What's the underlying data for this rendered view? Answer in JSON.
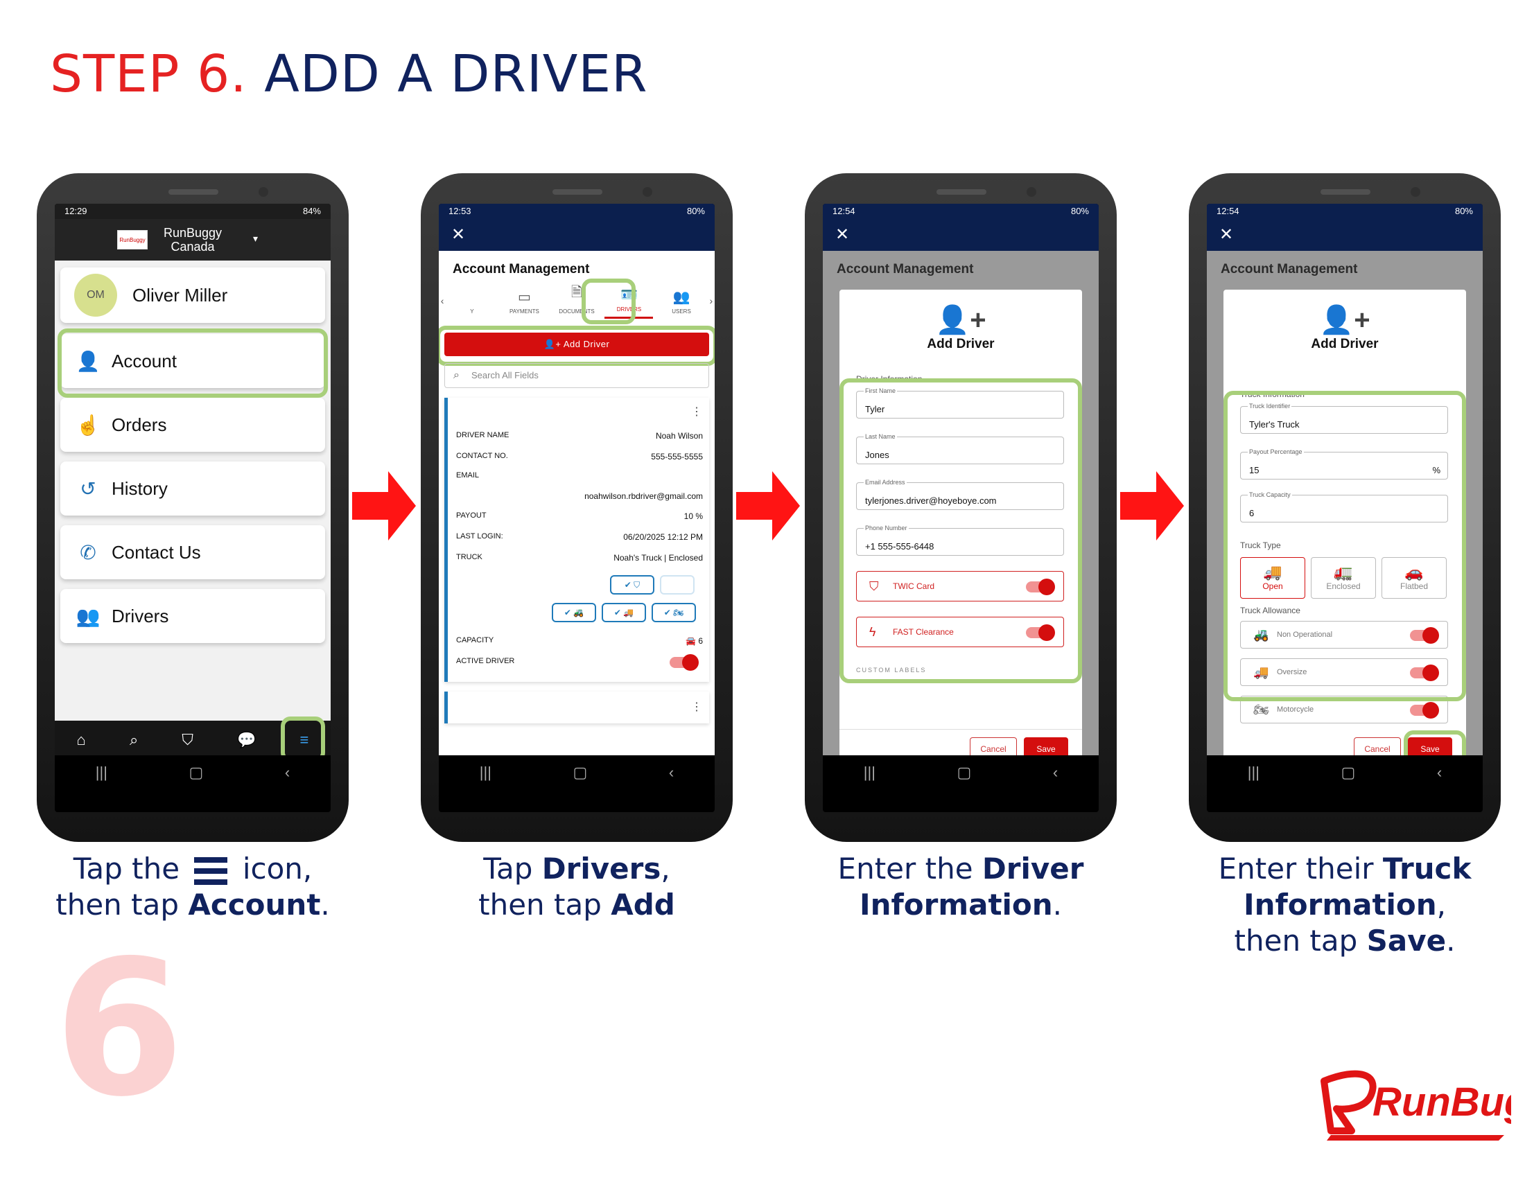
{
  "title": {
    "step": "STEP 6.",
    "rest": "ADD A DRIVER"
  },
  "big_number": "6",
  "brand": "RunBuggy",
  "phone1": {
    "status_time": "12:29",
    "status_right": "84%",
    "company": "RunBuggy",
    "company_sub": "Canada",
    "avatar_initials": "OM",
    "user_name": "Oliver Miller",
    "menu": [
      "Account",
      "Orders",
      "History",
      "Contact Us",
      "Drivers"
    ]
  },
  "phone2": {
    "status_time": "12:53",
    "status_right": "80%",
    "title": "Account Management",
    "tabs": [
      "Y",
      "PAYMENTS",
      "DOCUMENTS",
      "DRIVERS",
      "USERS"
    ],
    "add_button": "Add Driver",
    "search_placeholder": "Search All Fields",
    "driver": {
      "name_label": "DRIVER NAME",
      "name": "Noah Wilson",
      "contact_label": "CONTACT NO.",
      "contact": "555-555-5555",
      "email_label": "EMAIL",
      "email": "noahwilson.rbdriver@gmail.com",
      "payout_label": "PAYOUT",
      "payout": "10 %",
      "login_label": "LAST LOGIN:",
      "login": "06/20/2025 12:12 PM",
      "truck_label": "TRUCK",
      "truck": "Noah's Truck | Enclosed",
      "capacity_label": "CAPACITY",
      "capacity": "6",
      "active_label": "ACTIVE DRIVER"
    }
  },
  "phone3": {
    "status_time": "12:54",
    "status_right": "80%",
    "bg_title": "Account Management",
    "modal_title": "Add Driver",
    "section": "Driver Information",
    "fields": [
      {
        "label": "First Name",
        "value": "Tyler"
      },
      {
        "label": "Last Name",
        "value": "Jones"
      },
      {
        "label": "Email Address",
        "value": "tylerjones.driver@hoyeboye.com"
      },
      {
        "label": "Phone Number",
        "value": "+1 555-555-6448"
      }
    ],
    "switches": [
      "TWIC Card",
      "FAST Clearance"
    ],
    "custom_labels": "CUSTOM LABELS",
    "cancel": "Cancel",
    "save": "Save"
  },
  "phone4": {
    "status_time": "12:54",
    "status_right": "80%",
    "bg_title": "Account Management",
    "modal_title": "Add Driver",
    "section": "Truck Information",
    "fields": [
      {
        "label": "Truck Identifier",
        "value": "Tyler's Truck"
      },
      {
        "label": "Payout Percentage",
        "value": "15",
        "suffix": "%"
      },
      {
        "label": "Truck Capacity",
        "value": "6"
      }
    ],
    "truck_type_label": "Truck Type",
    "truck_types": [
      "Open",
      "Enclosed",
      "Flatbed"
    ],
    "allowance_label": "Truck Allowance",
    "allowances": [
      "Non Operational",
      "Oversize",
      "Motorcycle"
    ],
    "cancel": "Cancel",
    "save": "Save"
  },
  "captions": {
    "c1": {
      "a": "Tap the",
      "b": "icon,",
      "c": "then tap",
      "d": "Account",
      "e": "."
    },
    "c2": {
      "a": "Tap",
      "b": "Drivers",
      "c": ",",
      "d": "then tap",
      "e": "Add"
    },
    "c3": {
      "a": "Enter the",
      "b": "Driver",
      "c": "Information",
      "d": "."
    },
    "c4": {
      "a": "Enter their",
      "b": "Truck",
      "c": "Information",
      "d": ",",
      "e": "then tap",
      "f": "Save",
      "g": "."
    }
  },
  "colors": {
    "accent_red": "#e52222",
    "navy": "#10225e",
    "highlight": "#a8cf7a",
    "button_red": "#d40e0e"
  }
}
